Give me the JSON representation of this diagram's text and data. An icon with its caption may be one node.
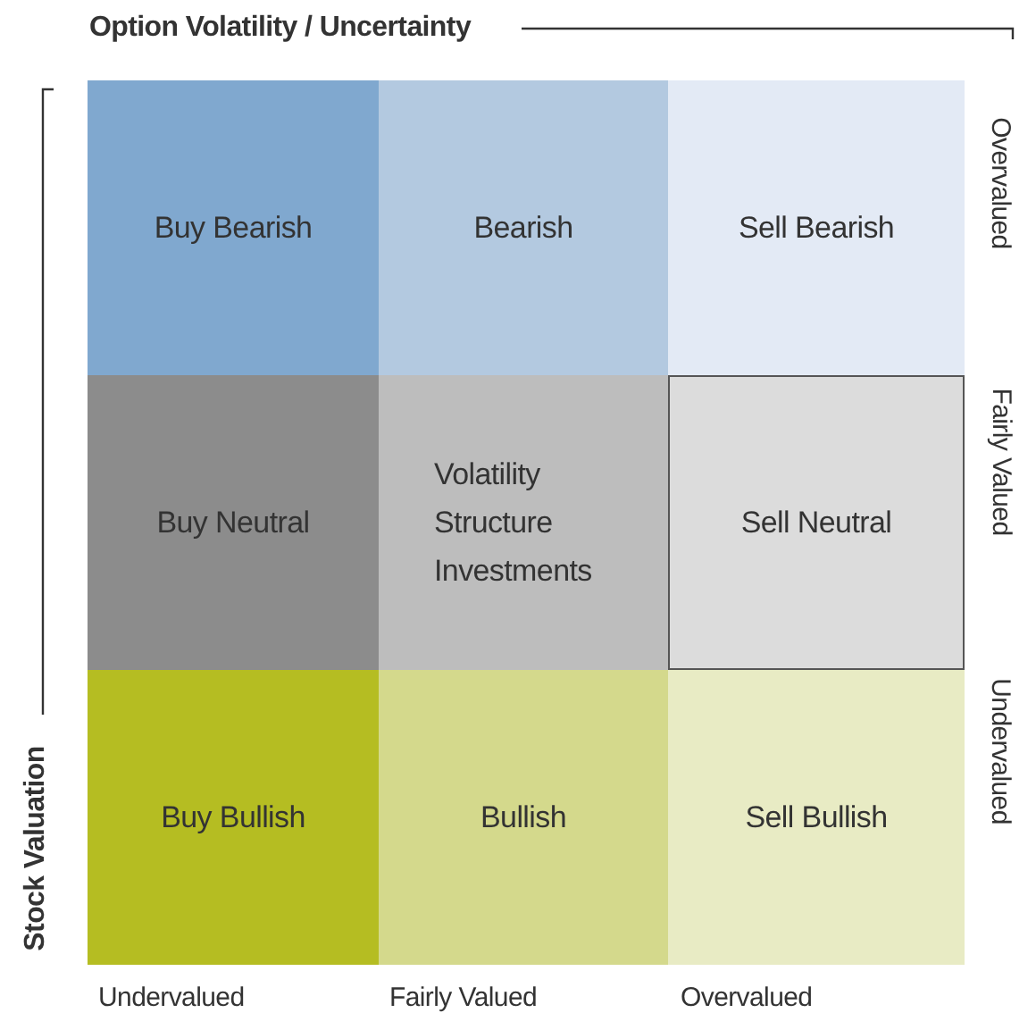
{
  "diagram": {
    "nodes": [
      {
        "text": [
          "Buy Bearish"
        ]
      },
      {
        "text": [
          "Bearish"
        ]
      },
      {
        "text": [
          "Sell Bearish"
        ]
      },
      {
        "text": [
          "Buy Neutral"
        ]
      },
      {
        "text": [
          "Volatility Structure Investments"
        ]
      },
      {
        "text": [
          "Sell Neutral"
        ]
      },
      {
        "text": [
          "Buy Bullish"
        ]
      },
      {
        "text": [
          "Bullish"
        ]
      },
      {
        "text": [
          "Sell Bullish"
        ]
      }
    ],
    "edges": [],
    "labels": [
      "Option Volatility / Uncertainty",
      "Overvalued",
      "Fairly Valued",
      "Undervalued",
      "Stock Valuation",
      "Undervalued",
      "Fairly Valued",
      "Overvalued"
    ]
  }
}
